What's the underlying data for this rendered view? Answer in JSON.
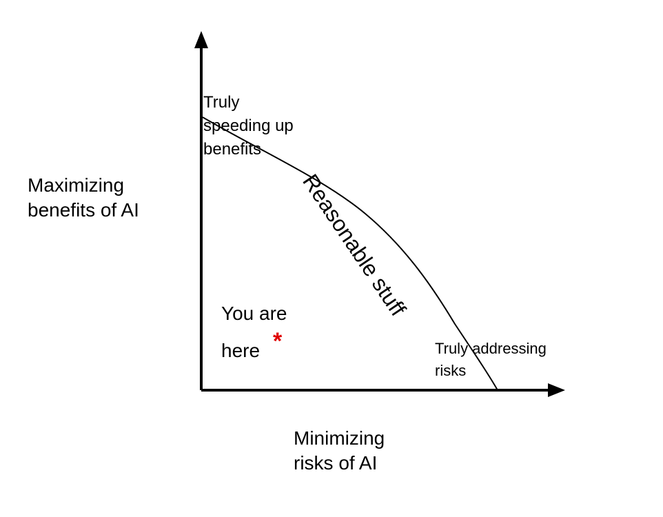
{
  "diagram": {
    "y_axis_label": [
      "Maximizing",
      "benefits of AI"
    ],
    "x_axis_label": [
      "Minimizing",
      "risks of AI"
    ],
    "curve_label": "Reasonable stuff",
    "top_label": [
      "Truly",
      "speeding up",
      "benefits"
    ],
    "bottom_label": [
      "Truly addressing",
      "risks"
    ],
    "you_label": [
      "You are",
      "here"
    ],
    "marker": "*",
    "marker_color": "#e00000",
    "line_color": "#000000"
  }
}
